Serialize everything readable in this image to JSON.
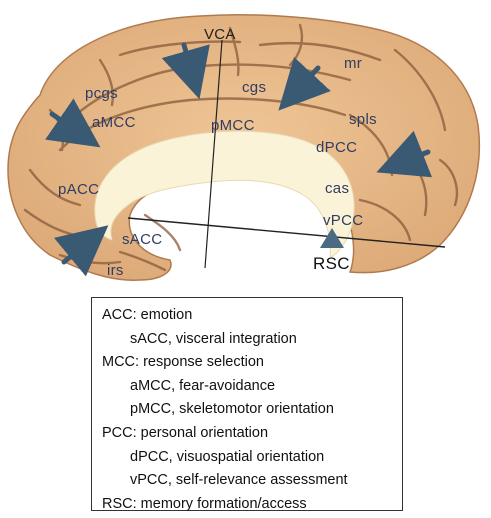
{
  "figure": {
    "regions": {
      "vca": "VCA",
      "mr": "mr",
      "pcgs": "pcgs",
      "cgs": "cgs",
      "amcc": "aMCC",
      "pmcc": "pMCC",
      "spls": "spls",
      "dpcc": "dPCC",
      "cas": "cas",
      "pacc": "pACC",
      "vpcc": "vPCC",
      "sacc": "sACC",
      "irs": "irs",
      "rsc": "RSC"
    },
    "colors": {
      "cortex": "#e8b887",
      "sulcus": "#8a5a3a",
      "white_matter": "#fbf3d8",
      "arrow": "#3a5a73",
      "label": "#2f3d63"
    }
  },
  "legend": {
    "lines": [
      {
        "text": "ACC: emotion",
        "indent": false
      },
      {
        "text": "sACC, visceral integration",
        "indent": true
      },
      {
        "text": "MCC: response selection",
        "indent": false
      },
      {
        "text": "aMCC, fear-avoidance",
        "indent": true
      },
      {
        "text": "pMCC, skeletomotor orientation",
        "indent": true
      },
      {
        "text": "PCC: personal orientation",
        "indent": false
      },
      {
        "text": "dPCC, visuospatial orientation",
        "indent": true
      },
      {
        "text": "vPCC, self-relevance assessment",
        "indent": true
      },
      {
        "text": "RSC: memory formation/access",
        "indent": false
      }
    ]
  }
}
